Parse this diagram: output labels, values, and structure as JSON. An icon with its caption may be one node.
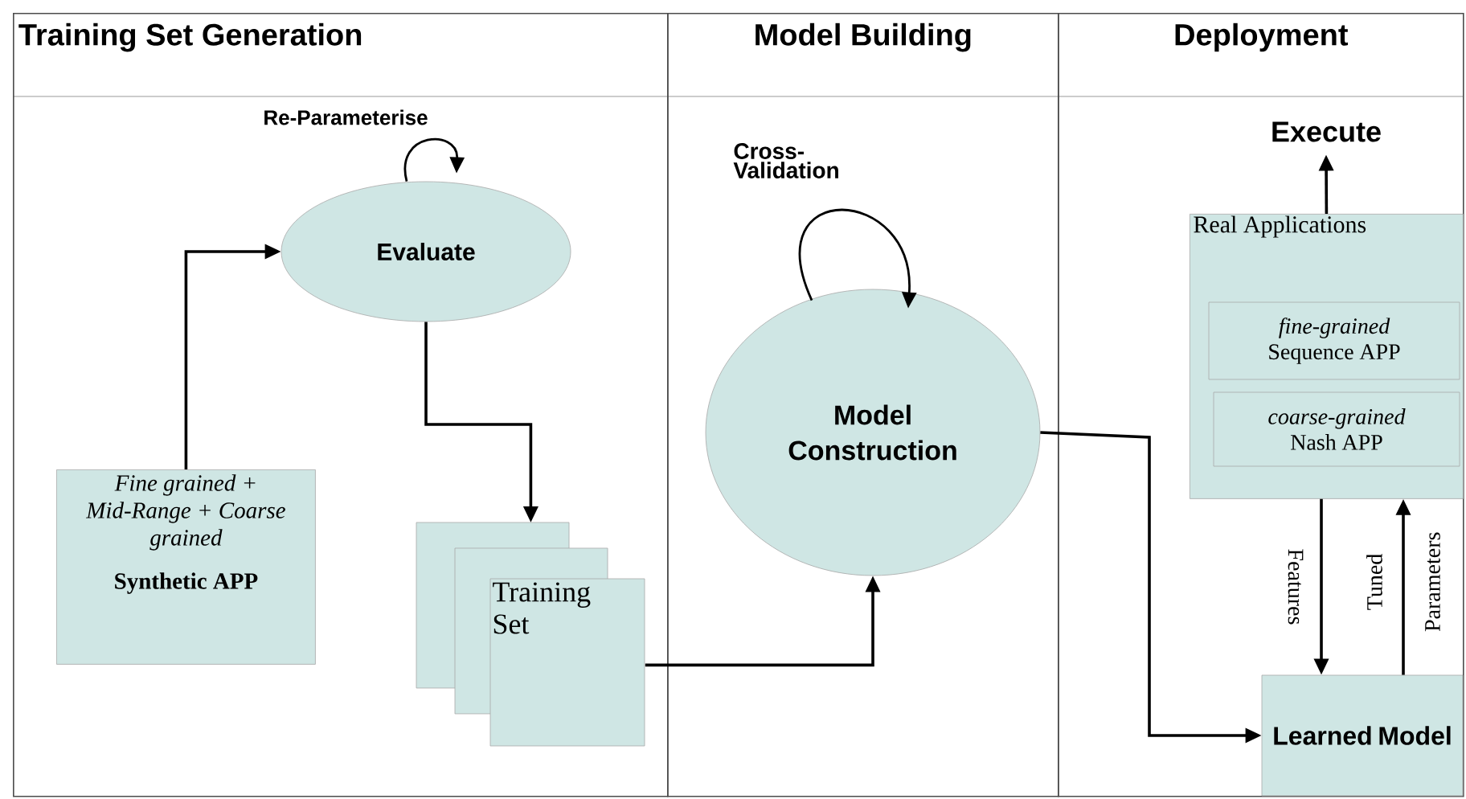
{
  "diagram": {
    "nodes": [
      {
        "text": [
          "Training Set Generation"
        ]
      },
      {
        "text": [
          "Model Building"
        ]
      },
      {
        "text": [
          "Deployment"
        ]
      },
      {
        "text": [
          "Evaluate"
        ],
        "in": 0
      },
      {
        "text": [
          "Fine grained + Mid-Range + Coarse grained",
          "Synthetic APP"
        ],
        "in": 0
      },
      {
        "text": [
          "Training Set"
        ],
        "in": 0
      },
      {
        "text": [
          "Model Construction"
        ],
        "in": 1
      },
      {
        "text": [
          "Execute"
        ],
        "in": 2
      },
      {
        "text": [
          "Real Applications"
        ],
        "in": 2
      },
      {
        "text": [
          "*fine-grained* Sequence APP"
        ],
        "in": 8
      },
      {
        "text": [
          "*coarse-grained* Nash APP"
        ],
        "in": 8
      },
      {
        "text": [
          "Learned Model"
        ],
        "in": 2
      }
    ],
    "edges": [
      {
        "from": 3,
        "to": 3,
        "arrow": "to",
        "label": "Re-Parameterise"
      },
      {
        "from": 4,
        "to": 3,
        "arrow": "to"
      },
      {
        "from": 3,
        "to": 5,
        "arrow": "to"
      },
      {
        "from": 5,
        "to": 6,
        "arrow": "to"
      },
      {
        "from": 6,
        "to": 6,
        "arrow": "to",
        "label": "Cross-Validation"
      },
      {
        "from": 6,
        "to": 11,
        "arrow": "to"
      },
      {
        "from": 8,
        "to": 7,
        "arrow": "to"
      },
      {
        "from": 8,
        "to": 11,
        "arrow": "to",
        "label": "Features"
      },
      {
        "from": 11,
        "to": 8,
        "arrow": "to",
        "label": "Tuned Parameters"
      }
    ]
  }
}
